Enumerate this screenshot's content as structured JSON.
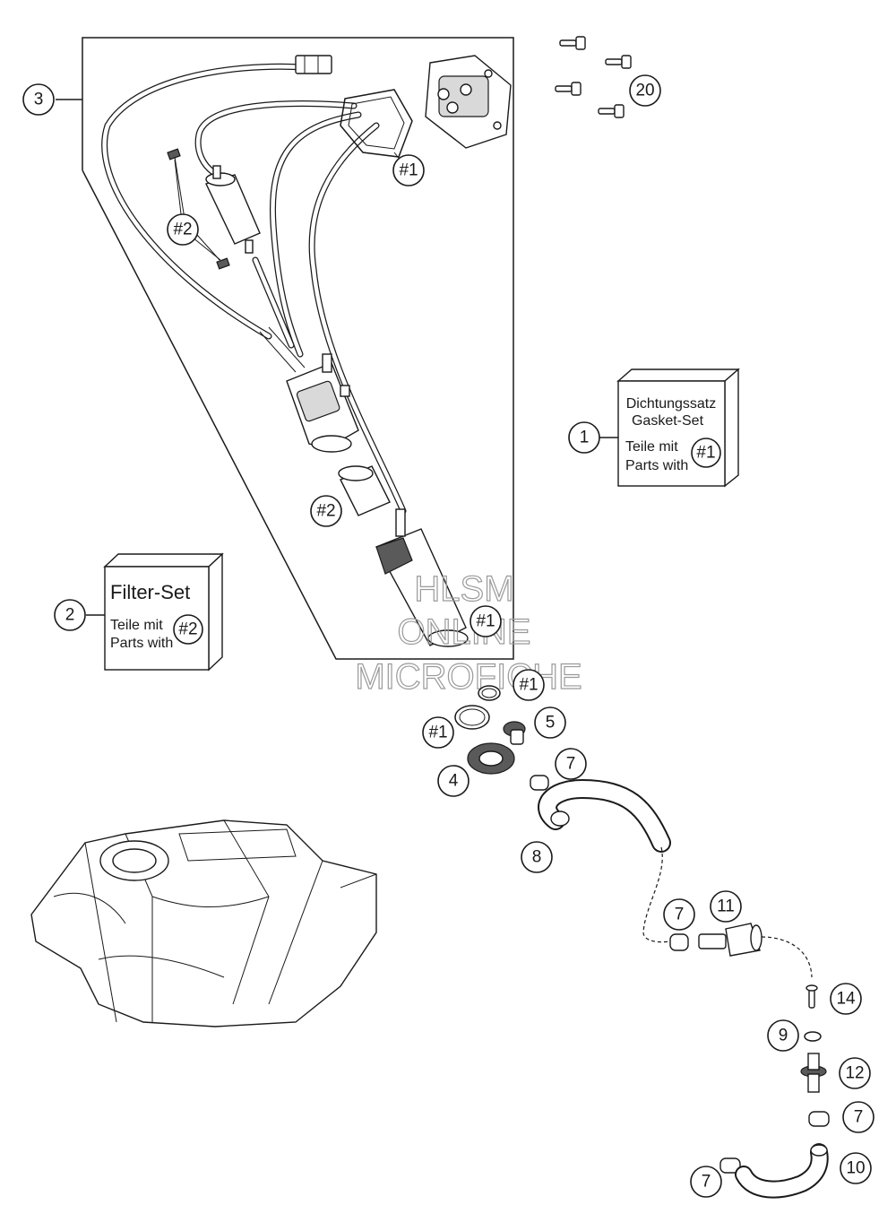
{
  "diagram": {
    "watermark": [
      "HLSM",
      "ONLINE",
      "MICROFICHE"
    ],
    "info_boxes": {
      "gasket_set": {
        "line1": "Dichtungssatz",
        "line2": "Gasket-Set",
        "line3": "Teile mit",
        "line4": "Parts with",
        "ref": "#1"
      },
      "filter_set": {
        "title": "Filter-Set",
        "line1": "Teile mit",
        "line2": "Parts with",
        "ref": "#2"
      }
    },
    "callouts": [
      {
        "id": "c3",
        "label": "3"
      },
      {
        "id": "c20",
        "label": "20"
      },
      {
        "id": "c1",
        "label": "1"
      },
      {
        "id": "c2",
        "label": "2"
      },
      {
        "id": "c4",
        "label": "4"
      },
      {
        "id": "c5",
        "label": "5"
      },
      {
        "id": "c7a",
        "label": "7"
      },
      {
        "id": "c8",
        "label": "8"
      },
      {
        "id": "c7b",
        "label": "7"
      },
      {
        "id": "c11",
        "label": "11"
      },
      {
        "id": "c14",
        "label": "14"
      },
      {
        "id": "c9",
        "label": "9"
      },
      {
        "id": "c12",
        "label": "12"
      },
      {
        "id": "c7c",
        "label": "7"
      },
      {
        "id": "c10",
        "label": "10"
      },
      {
        "id": "c7d",
        "label": "7"
      }
    ],
    "refs": [
      {
        "id": "r1a",
        "label": "#1"
      },
      {
        "id": "r2a",
        "label": "#2"
      },
      {
        "id": "r2b",
        "label": "#2"
      },
      {
        "id": "r1b",
        "label": "#1"
      },
      {
        "id": "r1c",
        "label": "#1"
      },
      {
        "id": "r1d",
        "label": "#1"
      }
    ]
  }
}
